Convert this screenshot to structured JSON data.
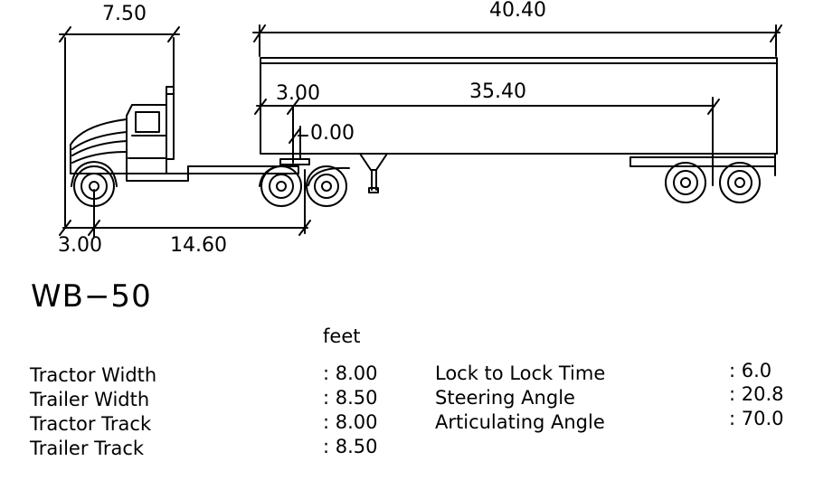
{
  "vehicle_name": "WB−50",
  "units": "feet",
  "dimensions": {
    "cab_length": "7.50",
    "trailer_length": "40.40",
    "kingpin_offset": "3.00",
    "trailer_wheelbase": "35.40",
    "fifth_wheel_offset": "0.00",
    "front_overhang": "3.00",
    "tractor_wheelbase": "14.60"
  },
  "specs_left": [
    {
      "label": "Tractor Width",
      "value": ": 8.00"
    },
    {
      "label": "Trailer Width",
      "value": ": 8.50"
    },
    {
      "label": "Tractor Track",
      "value": ": 8.00"
    },
    {
      "label": "Trailer Track",
      "value": ": 8.50"
    }
  ],
  "specs_right": [
    {
      "label": "Lock to Lock Time",
      "value": ": 6.0"
    },
    {
      "label": "Steering Angle",
      "value": ": 20.8"
    },
    {
      "label": "Articulating Angle",
      "value": ": 70.0"
    }
  ]
}
